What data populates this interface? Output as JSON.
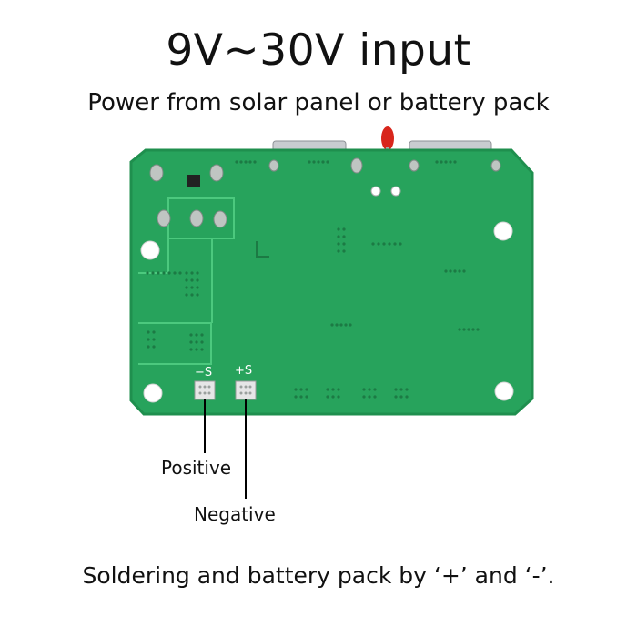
{
  "heading": "9V~30V input",
  "subheading": "Power from solar panel or battery pack",
  "board": {
    "pad_minus_label": "−S",
    "pad_plus_label": "+S",
    "colors": {
      "pcb": "#27a35c",
      "pcb_edge": "#1f8f4e",
      "trace": "#4cc97e",
      "silkscreen": "#ffffff",
      "led": "#d8261c"
    }
  },
  "callouts": {
    "positive": "Positive",
    "negative": "Negative"
  },
  "footer": "Soldering and battery pack by ‘+’ and ‘-’."
}
